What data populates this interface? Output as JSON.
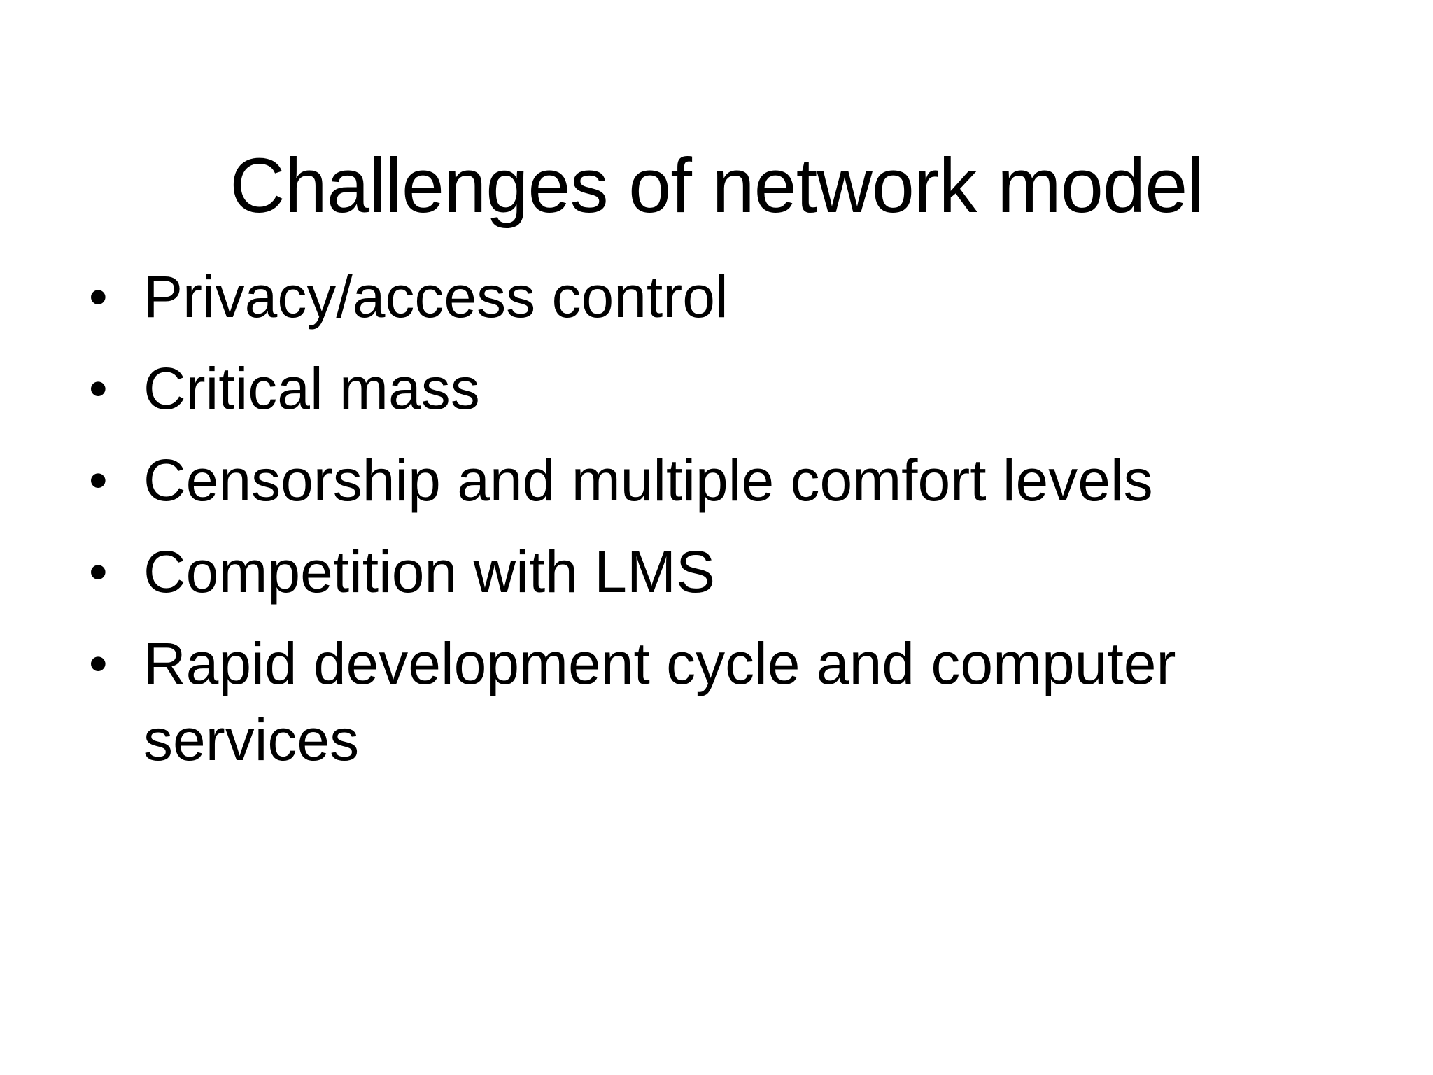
{
  "slide": {
    "title": "Challenges of network model",
    "bullet_glyph": "•",
    "bullets": [
      {
        "text": "Privacy/access control"
      },
      {
        "text": "Critical mass"
      },
      {
        "text": "Censorship and multiple comfort levels"
      },
      {
        "text": "Competition with LMS"
      },
      {
        "text": "Rapid development cycle and computer services"
      }
    ],
    "colors": {
      "background": "#ffffff",
      "text": "#000000"
    }
  }
}
